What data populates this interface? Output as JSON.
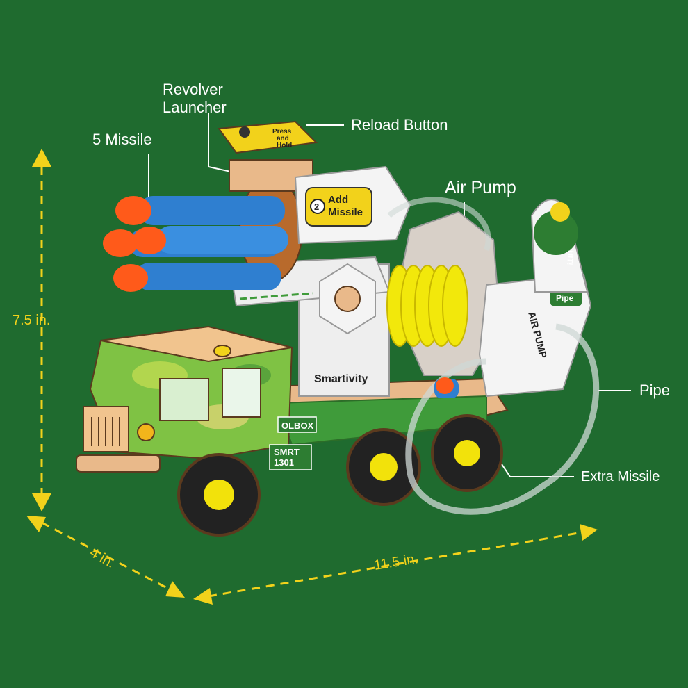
{
  "callouts": {
    "revolver_launcher": "Revolver\nLauncher",
    "reload_button": "Reload Button",
    "five_missile": "5 Missile",
    "air_pump": "Air Pump",
    "pipe": "Pipe",
    "extra_missile": "Extra Missile"
  },
  "dimensions": {
    "height": "7.5 in.",
    "depth": "4 in.",
    "length": "11.5 in."
  },
  "toy_text": {
    "brand": "Smartivity",
    "add_missile": "Add\nMissile",
    "press_hold": "Press\nand\nHold",
    "air_pump_panel": "AIR PUMP",
    "pipe_tag": "Pipe",
    "hit_tag": "HIT!",
    "toolbox": "OLBOX",
    "model": "SMRT\n1301"
  },
  "colors": {
    "background": "#1f6b2f",
    "dimension": "#f2d21b",
    "callout": "#ffffff"
  }
}
